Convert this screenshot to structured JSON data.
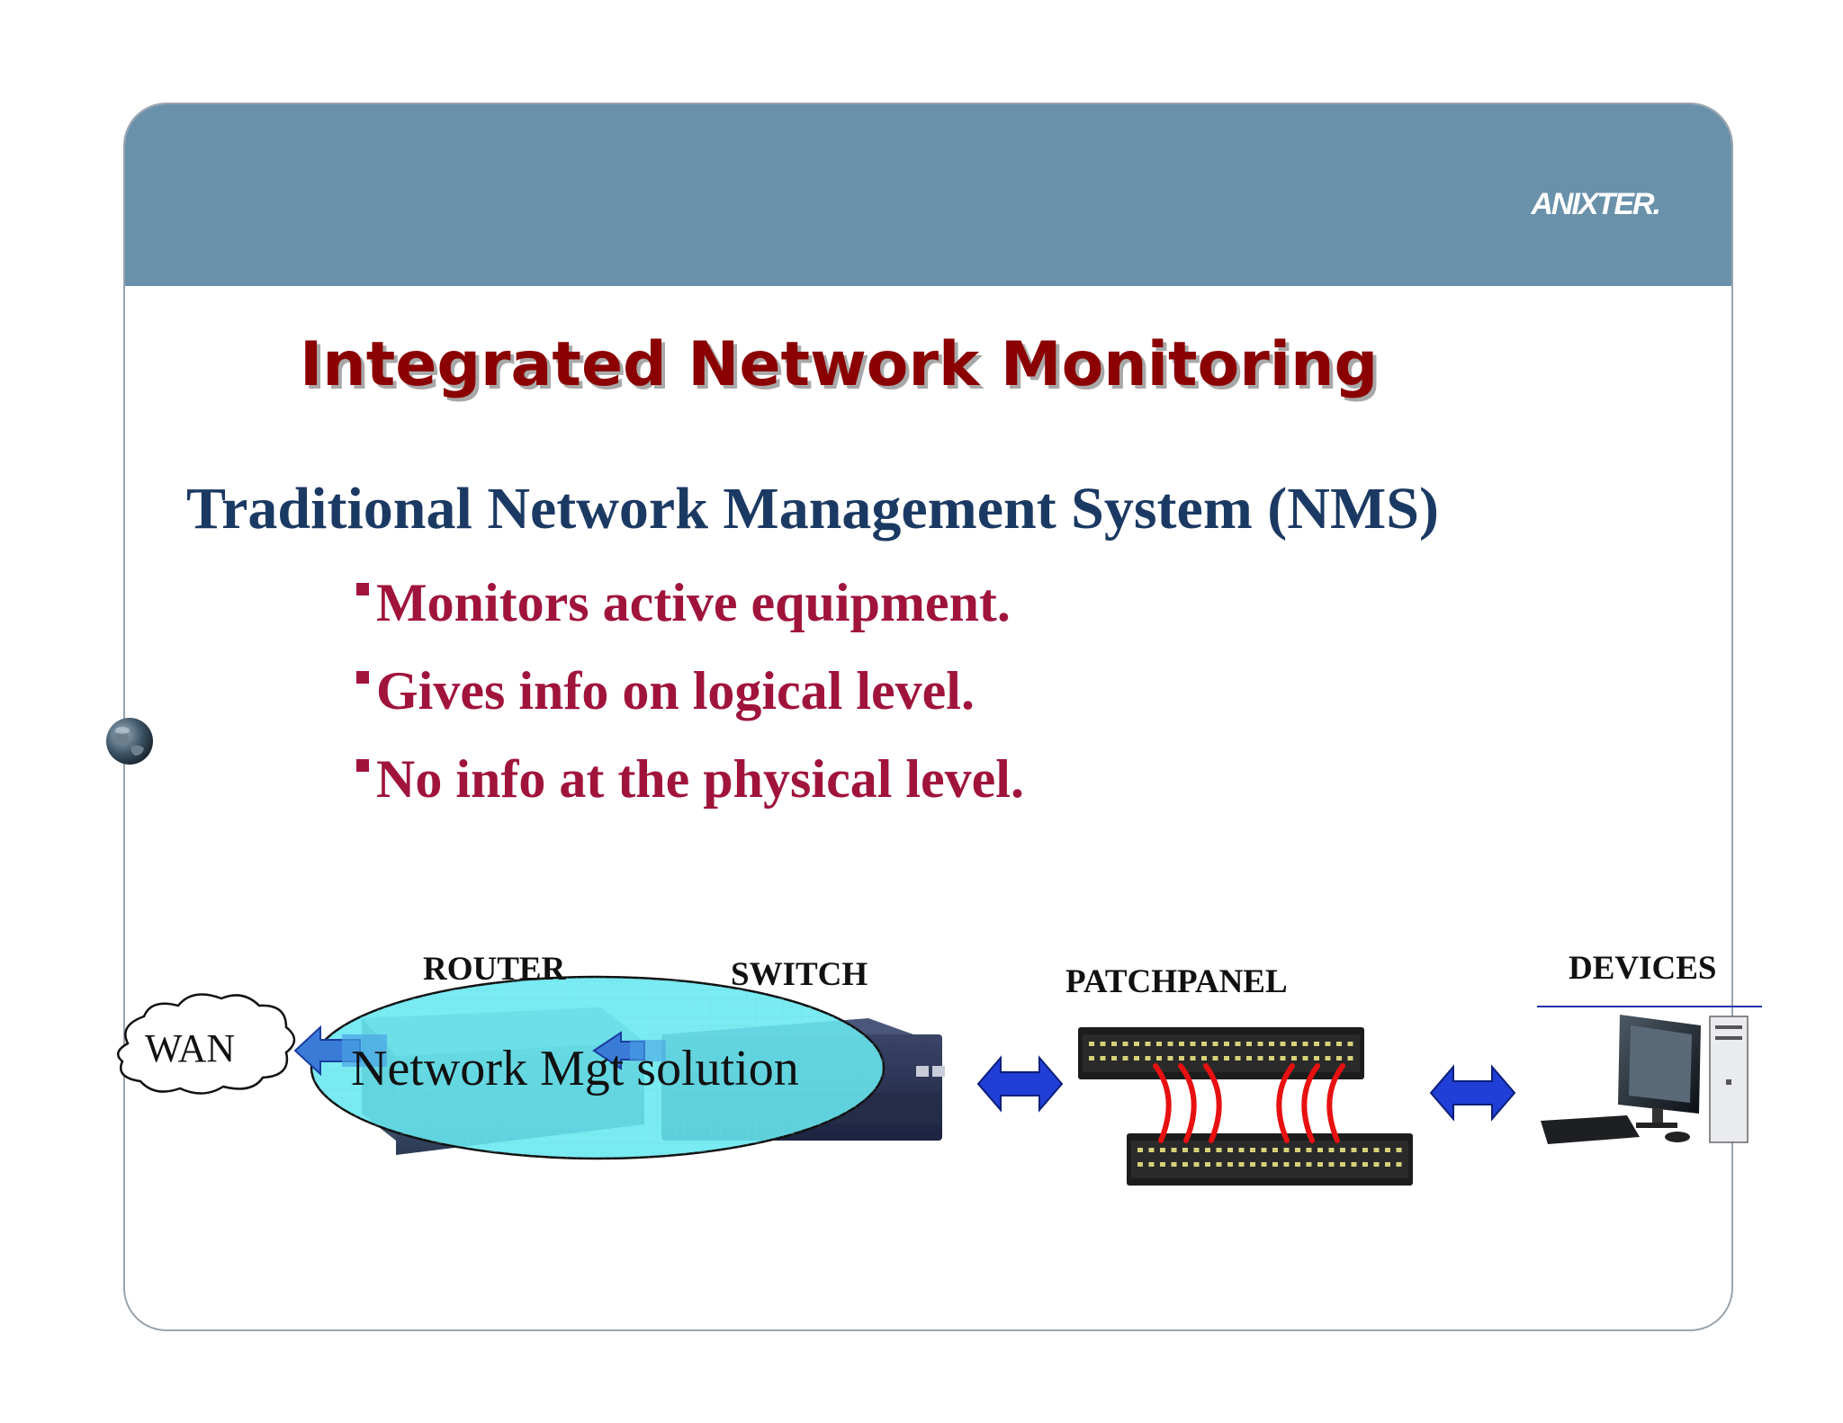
{
  "header": {
    "logo_text": "ANIXTER."
  },
  "title": "Integrated Network Monitoring",
  "subtitle": "Traditional Network Management System (NMS)",
  "bullets": [
    "Monitors active equipment.",
    "Gives info on logical level.",
    "No info at the physical level."
  ],
  "diagram": {
    "labels": {
      "router": "ROUTER",
      "switch": "SWITCH",
      "patchpanel": "PATCHPANEL",
      "devices": "DEVICES",
      "wan": "WAN",
      "nms": "Network Mgt solution"
    }
  },
  "colors": {
    "header": "#6a91aa",
    "title": "#8b0000",
    "subtitle": "#1b3a63",
    "bullets": "#a0143c",
    "arrow": "#1f3fd6",
    "cable": "#e81010",
    "nms_oval": "#66e8f0"
  }
}
